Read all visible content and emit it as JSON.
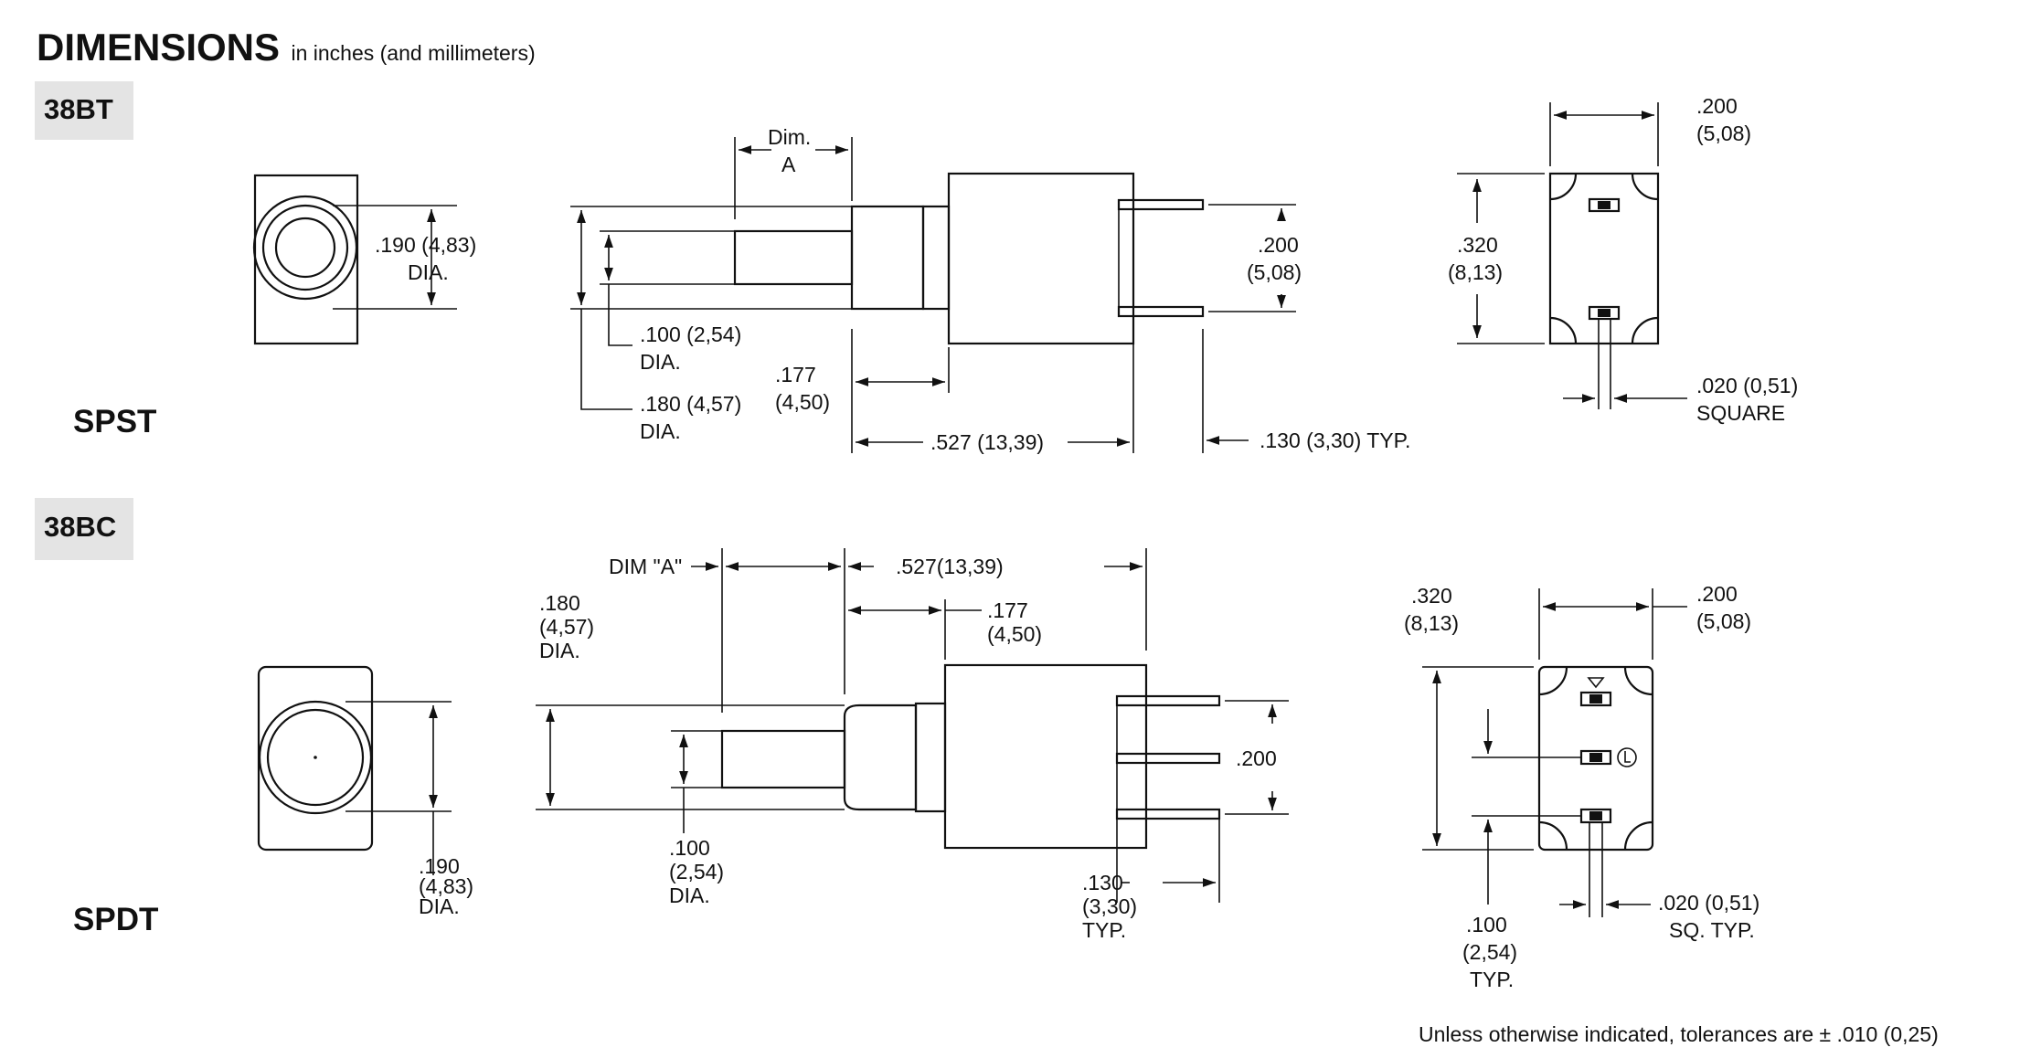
{
  "header": {
    "title": "DIMENSIONS",
    "subtitle": "in inches (and millimeters)"
  },
  "sections": {
    "spst": {
      "model_tag": "38BT",
      "type_label": "SPST",
      "front": {
        "dia_value": ".190 (4,83)",
        "dia_suffix": "DIA."
      },
      "side": {
        "dim_a_1": "Dim.",
        "dim_a_2": "A",
        "small_dia_1": ".100 (2,54)",
        "small_dia_2": "DIA.",
        "large_dia_1": ".180 (4,57)",
        "large_dia_2": "DIA.",
        "bushing_1": ".177",
        "bushing_2": "(4,50)",
        "body_length": ".527 (13,39)",
        "terminal_length": ".130 (3,30) TYP.",
        "terminal_spacing_1": ".200",
        "terminal_spacing_2": "(5,08)"
      },
      "rear": {
        "width_1": ".200",
        "width_2": "(5,08)",
        "height_1": ".320",
        "height_2": "(8,13)",
        "terminal_1": ".020 (0,51)",
        "terminal_2": "SQUARE"
      }
    },
    "spdt": {
      "model_tag": "38BC",
      "type_label": "SPDT",
      "front": {
        "dia_1": ".190",
        "dia_2": "(4,83)",
        "dia_3": "DIA."
      },
      "side": {
        "dim_a": "DIM \"A\"",
        "body_length": ".527(13,39)",
        "bushing_1": ".177",
        "bushing_2": "(4,50)",
        "large_dia_1": ".180",
        "large_dia_2": "(4,57)",
        "large_dia_3": "DIA.",
        "small_dia_1": ".100",
        "small_dia_2": "(2,54)",
        "small_dia_3": "DIA.",
        "terminal_spacing": ".200",
        "terminal_length_1": ".130",
        "terminal_length_2": "(3,30)",
        "terminal_length_3": "TYP."
      },
      "rear": {
        "height_1": ".320",
        "height_2": "(8,13)",
        "width_1": ".200",
        "width_2": "(5,08)",
        "pitch_1": ".100",
        "pitch_2": "(2,54)",
        "pitch_3": "TYP.",
        "terminal_1": ".020 (0,51)",
        "terminal_2": "SQ. TYP."
      }
    }
  },
  "footer": {
    "tolerance_note": "Unless otherwise indicated, tolerances are  ± .010 (0,25)"
  }
}
